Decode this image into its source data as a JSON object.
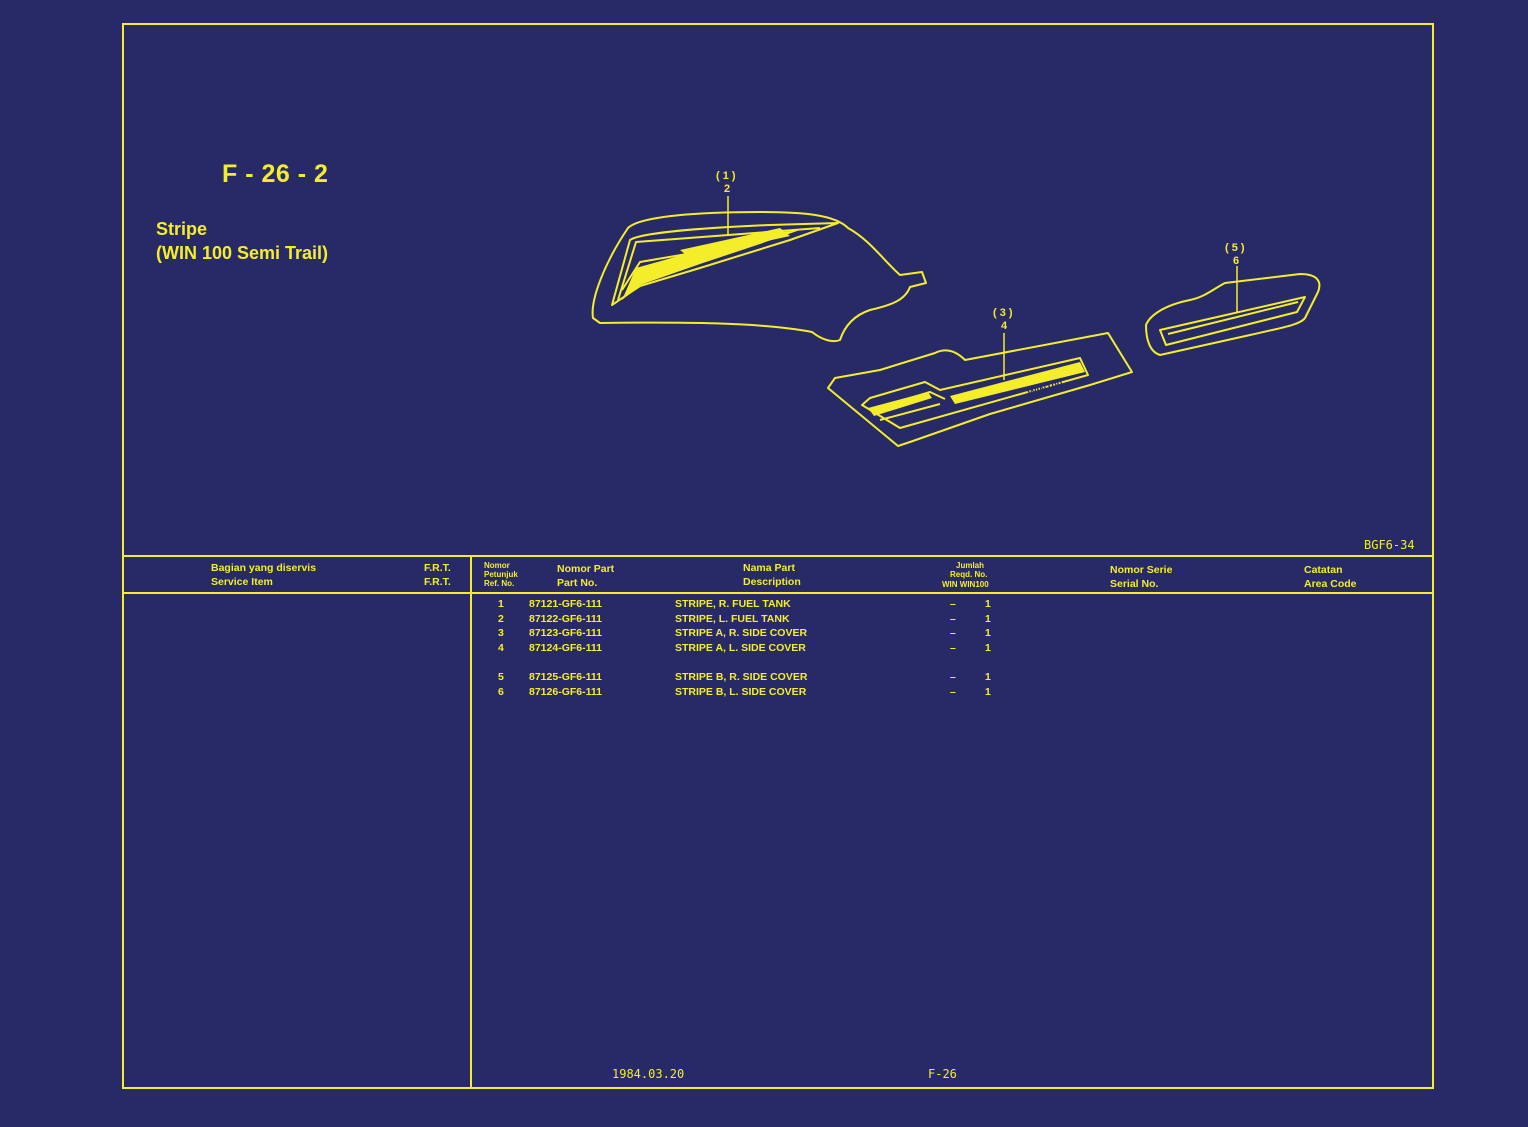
{
  "header": {
    "figure_code": "F - 26 - 2",
    "title_line1": "Stripe",
    "title_line2": "(WIN 100 Semi Trail)",
    "figure_ref": "BGF6-34"
  },
  "callouts": [
    {
      "top": "( 1 )",
      "bottom": "2"
    },
    {
      "top": "( 3 )",
      "bottom": "4"
    },
    {
      "top": "( 5 )",
      "bottom": "6"
    }
  ],
  "table_headers": {
    "service_item_id": "Bagian yang diservis",
    "service_item_en": "Service Item",
    "frt_1": "F.R.T.",
    "frt_2": "F.R.T.",
    "ref_1": "Nomor",
    "ref_2": "Petunjuk",
    "ref_3": "Ref. No.",
    "part_no_id": "Nomor Part",
    "part_no_en": "Part No.",
    "desc_id": "Nama Part",
    "desc_en": "Description",
    "qty_1": "Jumlah",
    "qty_2": "Reqd. No.",
    "qty_3": "WIN  WIN100",
    "serial_id": "Nomor Serie",
    "serial_en": "Serial No.",
    "area_id": "Catatan",
    "area_en": "Area Code"
  },
  "parts": [
    {
      "ref": "1",
      "part_no": "87121-GF6-111",
      "description": "STRIPE, R. FUEL TANK",
      "qty_win": "–",
      "qty_win100": "1"
    },
    {
      "ref": "2",
      "part_no": "87122-GF6-111",
      "description": "STRIPE, L. FUEL TANK",
      "qty_win": "–",
      "qty_win100": "1"
    },
    {
      "ref": "3",
      "part_no": "87123-GF6-111",
      "description": "STRIPE A, R. SIDE COVER",
      "qty_win": "–",
      "qty_win100": "1"
    },
    {
      "ref": "4",
      "part_no": "87124-GF6-111",
      "description": "STRIPE A, L. SIDE COVER",
      "qty_win": "–",
      "qty_win100": "1"
    },
    {
      "ref": "5",
      "part_no": "87125-GF6-111",
      "description": "STRIPE B, R. SIDE COVER",
      "qty_win": "–",
      "qty_win100": "1"
    },
    {
      "ref": "6",
      "part_no": "87126-GF6-111",
      "description": "STRIPE B, L. SIDE COVER",
      "qty_win": "–",
      "qty_win100": "1"
    }
  ],
  "footer": {
    "date": "1984.03.20",
    "page": "F-26"
  },
  "decal_text": "WIN100",
  "colors": {
    "background": "#282a68",
    "ink": "#f4ee2a"
  }
}
